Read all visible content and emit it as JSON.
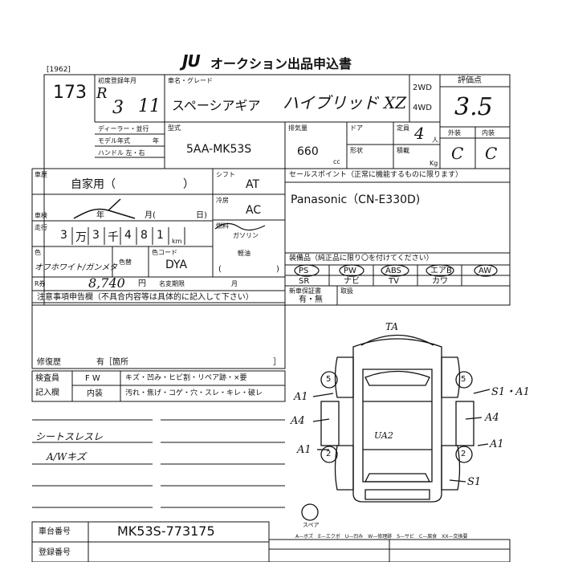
{
  "header": {
    "logo": "JU",
    "title": "オークション出品申込書",
    "code": "[1962]"
  },
  "lot": {
    "number": "173",
    "reg_year_label": "初度登録年月",
    "era": "R",
    "year": "3",
    "month": "11",
    "name_label": "車名・グレード",
    "car_name": "スペーシアギア",
    "grade": "ハイブリッド XZ",
    "drive_2wd": "2WD",
    "drive_4wd": "4WD",
    "score_label": "評価点",
    "score": "3.5",
    "ext_label": "外装",
    "int_label": "内装",
    "ext_grade": "C",
    "int_grade": "C"
  },
  "specs": {
    "dealer_label": "ディーラー・並行",
    "model_year_label": "モデル年式",
    "model_year_unit": "年",
    "handle_label": "ハンドル 左・右",
    "model_type_label": "型式",
    "model_type": "5AA-MK53S",
    "displacement_label": "排気量",
    "displacement": "660",
    "displacement_unit": "cc",
    "door_label": "ドア",
    "capacity_label": "定員",
    "capacity": "4",
    "capacity_unit": "人",
    "shape_label": "形状",
    "loading_label": "積載",
    "loading_unit": "Kg"
  },
  "usage": {
    "history_label": "車歴",
    "history_value": "自家用（　　　　　　）",
    "shift_label": "シフト",
    "shift_value": "AT",
    "ac_label": "冷房",
    "ac_value": "AC",
    "fuel_label": "燃料",
    "fuel_gasoline": "ガソリン",
    "fuel_light_oil": "軽油",
    "inspection_label": "車検",
    "inspection_year": "年",
    "inspection_month": "月(",
    "inspection_day": "日)",
    "mileage_label": "走行",
    "mileage_digits": [
      "3",
      "万",
      "3",
      "千",
      "4",
      "8",
      "1"
    ],
    "mileage_unit": "km",
    "color_label": "色",
    "color_value": "オフホワイト/ガンメタ",
    "color_change_label": "色替",
    "color_code_label": "色コード",
    "color_code": "DYA",
    "recycle_label": "R券",
    "recycle_value": "8,740",
    "recycle_unit": "円",
    "name_change_label": "名変期限",
    "name_change_month": "月"
  },
  "sales_point": {
    "label": "セールスポイント（正常に機能するものに限ります）",
    "value": "Panasonic（CN-E330D)"
  },
  "equipment": {
    "label": "装備品（純正品に限り〇を付けてください）",
    "items_row1": [
      "PS",
      "PW",
      "ABS",
      "エアB",
      "AW"
    ],
    "items_row2": [
      "SR",
      "ナビ",
      "TV",
      "カワ",
      ""
    ],
    "manual_label": "新車保証書",
    "manual_value": "有・無",
    "other_label": "取扱"
  },
  "notes": {
    "label": "注意事項申告欄（不具合内容等は具体的に記入して下さい）",
    "repair_label": "修復歴",
    "repair_value": "有［箇所",
    "repair_close": "］"
  },
  "inspector": {
    "label1": "検査員",
    "label2": "記入欄",
    "fw_label": "F W",
    "fw_items": "キズ・凹み・ヒビ割・リペア跡・×要",
    "interior_label": "内装",
    "interior_items": "汚れ・焦げ・コゲ・穴・スレ・キレ・破レ",
    "remark1": "シートスレスレ",
    "remark2": "A/Wキズ"
  },
  "diagram": {
    "top_label": "TA",
    "marks": {
      "right_top": "S1・A1",
      "left_upper": "A1",
      "left_mid": "A4",
      "right_mid": "A4",
      "left_lower": "A1",
      "right_lower": "A1",
      "bottom_right": "S1",
      "roof": "UA2"
    },
    "circle_codes": {
      "ul": "5",
      "ur": "5",
      "ll": "2",
      "lr": "2"
    },
    "spare_label": "スペア"
  },
  "footer": {
    "chassis_label": "車台番号",
    "chassis_value": "MK53S-773175",
    "reg_label": "登録番号",
    "legend": "A—ボズ　E—エクボ　U—凹み　W—修理跡　S—サビ　C—腐食　XX—交換要"
  }
}
